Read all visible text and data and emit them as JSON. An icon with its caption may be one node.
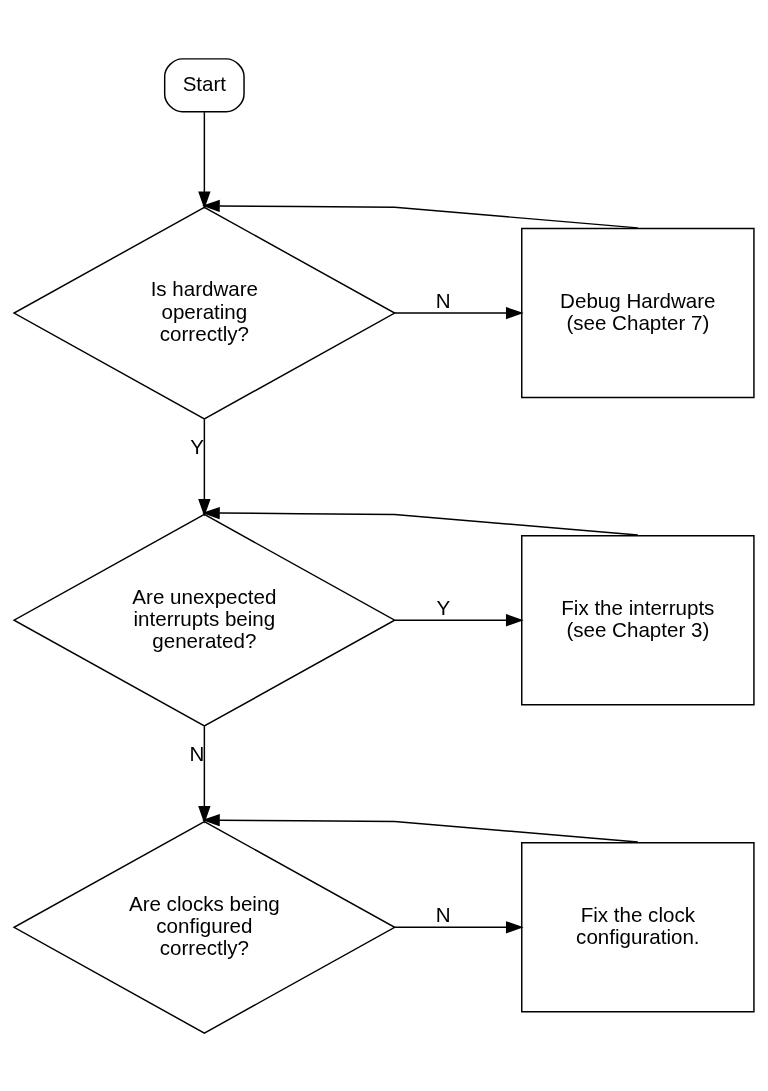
{
  "diagram": {
    "nodes": [
      {
        "text": [
          "Start"
        ]
      },
      {
        "text": [
          "Is hardware operating correctly?"
        ]
      },
      {
        "text": [
          "Debug Hardware (see Chapter 7)"
        ]
      },
      {
        "text": [
          "Are unexpected interrupts being generated?"
        ]
      },
      {
        "text": [
          "Fix the interrupts (see Chapter 3)"
        ]
      },
      {
        "text": [
          "Are clocks being configured correctly?"
        ]
      },
      {
        "text": [
          "Fix the clock configuration."
        ]
      }
    ],
    "edges": [
      {
        "from": 0,
        "to": 1,
        "arrow": "to"
      },
      {
        "from": 1,
        "to": 2,
        "arrow": "to",
        "label": "N"
      },
      {
        "from": 2,
        "to": 1,
        "arrow": "to"
      },
      {
        "from": 1,
        "to": 3,
        "arrow": "to",
        "label": "Y"
      },
      {
        "from": 3,
        "to": 4,
        "arrow": "to",
        "label": "Y"
      },
      {
        "from": 4,
        "to": 3,
        "arrow": "to"
      },
      {
        "from": 3,
        "to": 5,
        "arrow": "to",
        "label": "N"
      },
      {
        "from": 5,
        "to": 6,
        "arrow": "to",
        "label": "N"
      },
      {
        "from": 6,
        "to": 5,
        "arrow": "to"
      }
    ]
  }
}
